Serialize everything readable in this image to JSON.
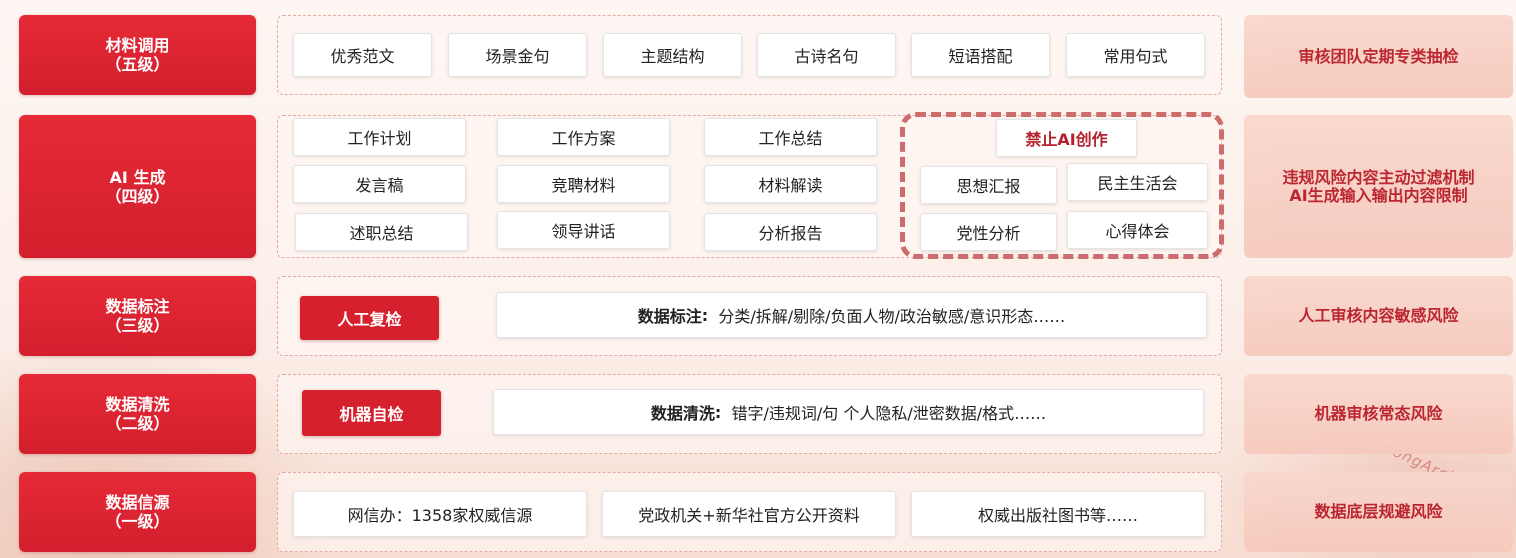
{
  "levels": [
    {
      "line1": "材料调用",
      "line2": "（五级）"
    },
    {
      "line1": "AI 生成",
      "line2": "（四级）"
    },
    {
      "line1": "数据标注",
      "line2": "（三级）"
    },
    {
      "line1": "数据清洗",
      "line2": "（二级）"
    },
    {
      "line1": "数据信源",
      "line2": "（一级）"
    }
  ],
  "level5_items": [
    "优秀范文",
    "场景金句",
    "主题结构",
    "古诗名句",
    "短语搭配",
    "常用句式"
  ],
  "level4_items": [
    "工作计划",
    "工作方案",
    "工作总结",
    "发言稿",
    "竞聘材料",
    "材料解读",
    "述职总结",
    "领导讲话",
    "分析报告"
  ],
  "forbidden": {
    "title": "禁止AI创作",
    "items": [
      "思想汇报",
      "民主生活会",
      "党性分析",
      "心得体会"
    ]
  },
  "level3": {
    "button": "人工复检",
    "label": "数据标注",
    "colon": ":",
    "text": "分类/拆解/剔除/负面人物/政治敏感/意识形态……"
  },
  "level2": {
    "button": "机器自检",
    "label": "数据清洗",
    "colon": ":",
    "text": "错字/违规词/句  个人隐私/泄密数据/格式……"
  },
  "level1_items": [
    "网信办：1358家权威信源",
    "党政机关+新华社官方公开资料",
    "权威出版社图书等……"
  ],
  "risks": [
    {
      "line1": "审核团队定期专类抽检",
      "line2": ""
    },
    {
      "line1": "违规风险内容主动过滤机制",
      "line2": "AI生成输入输出内容限制"
    },
    {
      "line1": "人工审核内容敏感风险",
      "line2": ""
    },
    {
      "line1": "机器审核常态风险",
      "line2": ""
    },
    {
      "line1": "数据底层规避风险",
      "line2": ""
    }
  ],
  "watermark": "LoongArch"
}
